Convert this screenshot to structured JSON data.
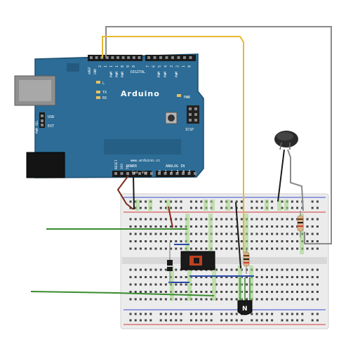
{
  "board": {
    "logo": "Arduino",
    "url": "www.arduino.cc",
    "digital_header_label": "DIGITAL",
    "power_label": "POWER",
    "analog_label": "ANALOG IN",
    "icsp_label": "ICSP",
    "usb_label": "USB",
    "ext_label": "EXT",
    "pwr_sel_label": "PWR SEL",
    "pwr_led_label": "PWR",
    "l_led_label": "L",
    "tx_label": "TX",
    "rx_label": "RX",
    "aref_label": "AREF",
    "gnd_label": "GND",
    "reset_label": "RESET",
    "v33_label": "3V3",
    "v5_label": "5V",
    "gnd_label_bottom": "Gnd",
    "vin_label": "Vin",
    "analog_pins": [
      "0",
      "1",
      "2",
      "3",
      "4",
      "5"
    ],
    "digital_pins_left": [
      "1",
      "3",
      "2",
      "1",
      "1",
      "1",
      "0",
      "9",
      "8"
    ],
    "digital_pins_right": [
      "7",
      "6",
      "5",
      "4",
      "3",
      "2",
      "1",
      "0"
    ],
    "pwm_text": "PWM"
  },
  "transistor": {
    "letter": "N"
  },
  "colors": {
    "board_blue": "#2c6c96",
    "board_dark": "#1f4f72",
    "wire_gray": "#8a8a8a",
    "wire_yellow": "#e8b830",
    "wire_green": "#3a8a30",
    "wire_black": "#1a1a1a",
    "wire_darkred": "#7a2a1a",
    "wire_blue": "#2a4aa8",
    "rail_red": "#d23a3a",
    "rail_blue": "#3a4ad0",
    "breadboard": "#e8e8e8"
  }
}
